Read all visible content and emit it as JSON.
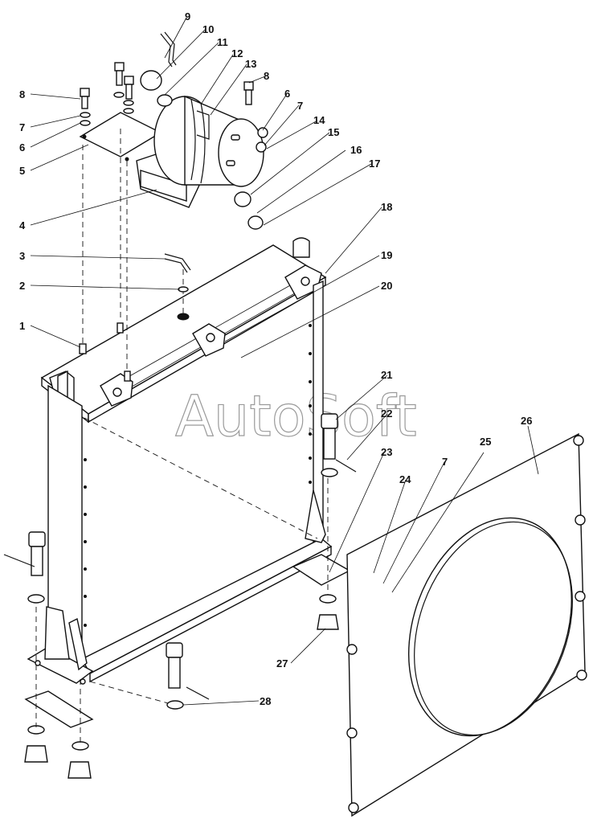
{
  "watermark": "AutoSoft",
  "callouts": [
    "1",
    "2",
    "3",
    "4",
    "5",
    "6",
    "7",
    "8",
    "9",
    "10",
    "11",
    "12",
    "13",
    "14",
    "15",
    "16",
    "17",
    "18",
    "19",
    "20",
    "21",
    "22",
    "23",
    "24",
    "25",
    "26",
    "27",
    "28"
  ]
}
